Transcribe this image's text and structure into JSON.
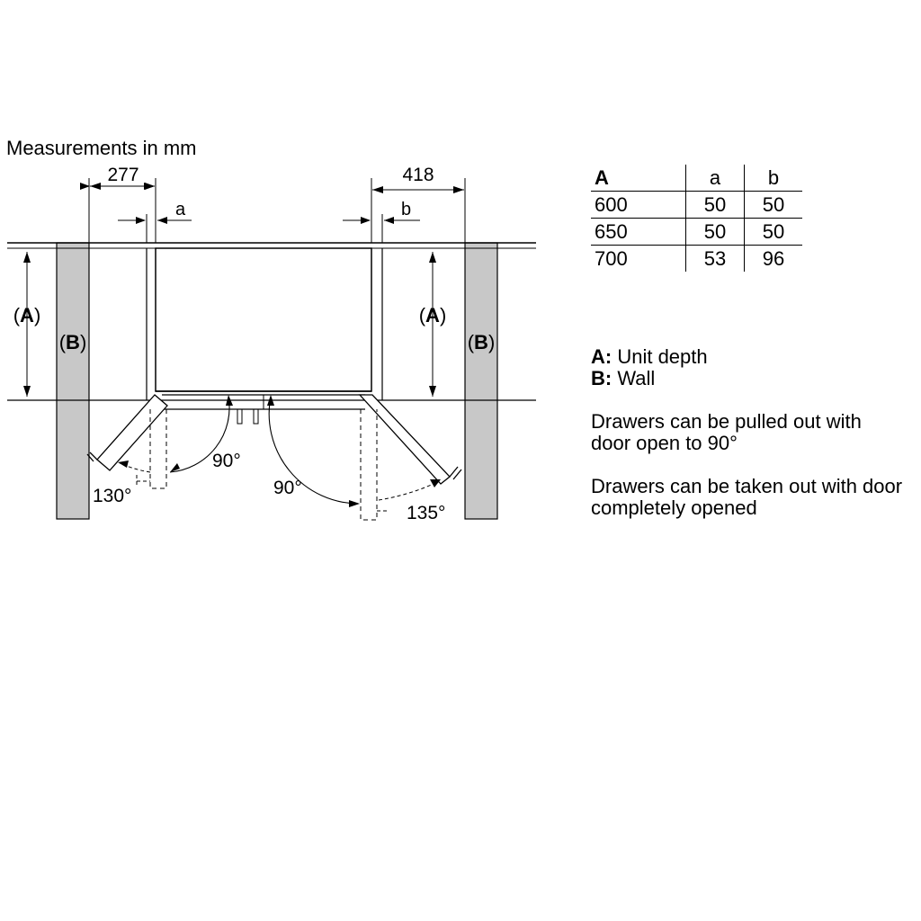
{
  "title": "Measurements in mm",
  "dimensions": {
    "left_width": "277",
    "right_width": "418",
    "gap_left": "a",
    "gap_right": "b",
    "depth_label_key": "A",
    "wall_label_key": "B",
    "angle_left_inner": "90°",
    "angle_left_outer": "130°",
    "angle_right_inner": "90°",
    "angle_right_outer": "135°"
  },
  "table": {
    "headers": [
      "A",
      "a",
      "b"
    ],
    "rows": [
      [
        "600",
        "50",
        "50"
      ],
      [
        "650",
        "50",
        "50"
      ],
      [
        "700",
        "53",
        "96"
      ]
    ]
  },
  "legend": [
    {
      "key": "A:",
      "text": " Unit depth"
    },
    {
      "key": "B:",
      "text": " Wall"
    }
  ],
  "notes": [
    "Drawers can be pulled out with door open to 90°",
    "Drawers can be taken out with door completely opened"
  ],
  "colors": {
    "wall": "#c8c8c8",
    "line": "#000000"
  }
}
